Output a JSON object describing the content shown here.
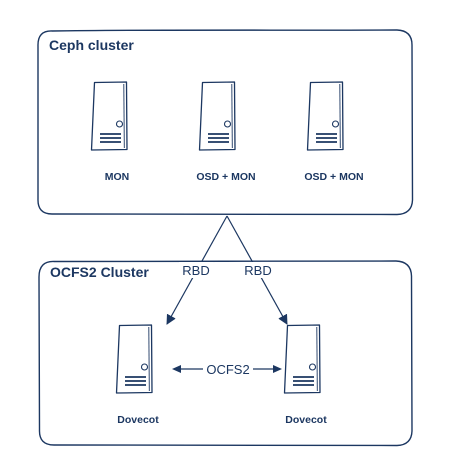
{
  "colors": {
    "ink": "#1c3761",
    "background": "#ffffff"
  },
  "clusters": {
    "ceph": {
      "title": "Ceph cluster",
      "servers": [
        {
          "label": "MON"
        },
        {
          "label": "OSD + MON"
        },
        {
          "label": "OSD + MON"
        }
      ]
    },
    "ocfs2": {
      "title": "OCFS2 Cluster",
      "servers": [
        {
          "label": "Dovecot"
        },
        {
          "label": "Dovecot"
        }
      ]
    }
  },
  "edges": {
    "rbd_left": "RBD",
    "rbd_right": "RBD",
    "ocfs2_link": "OCFS2"
  },
  "icons": {
    "server": "server-tower-icon"
  }
}
